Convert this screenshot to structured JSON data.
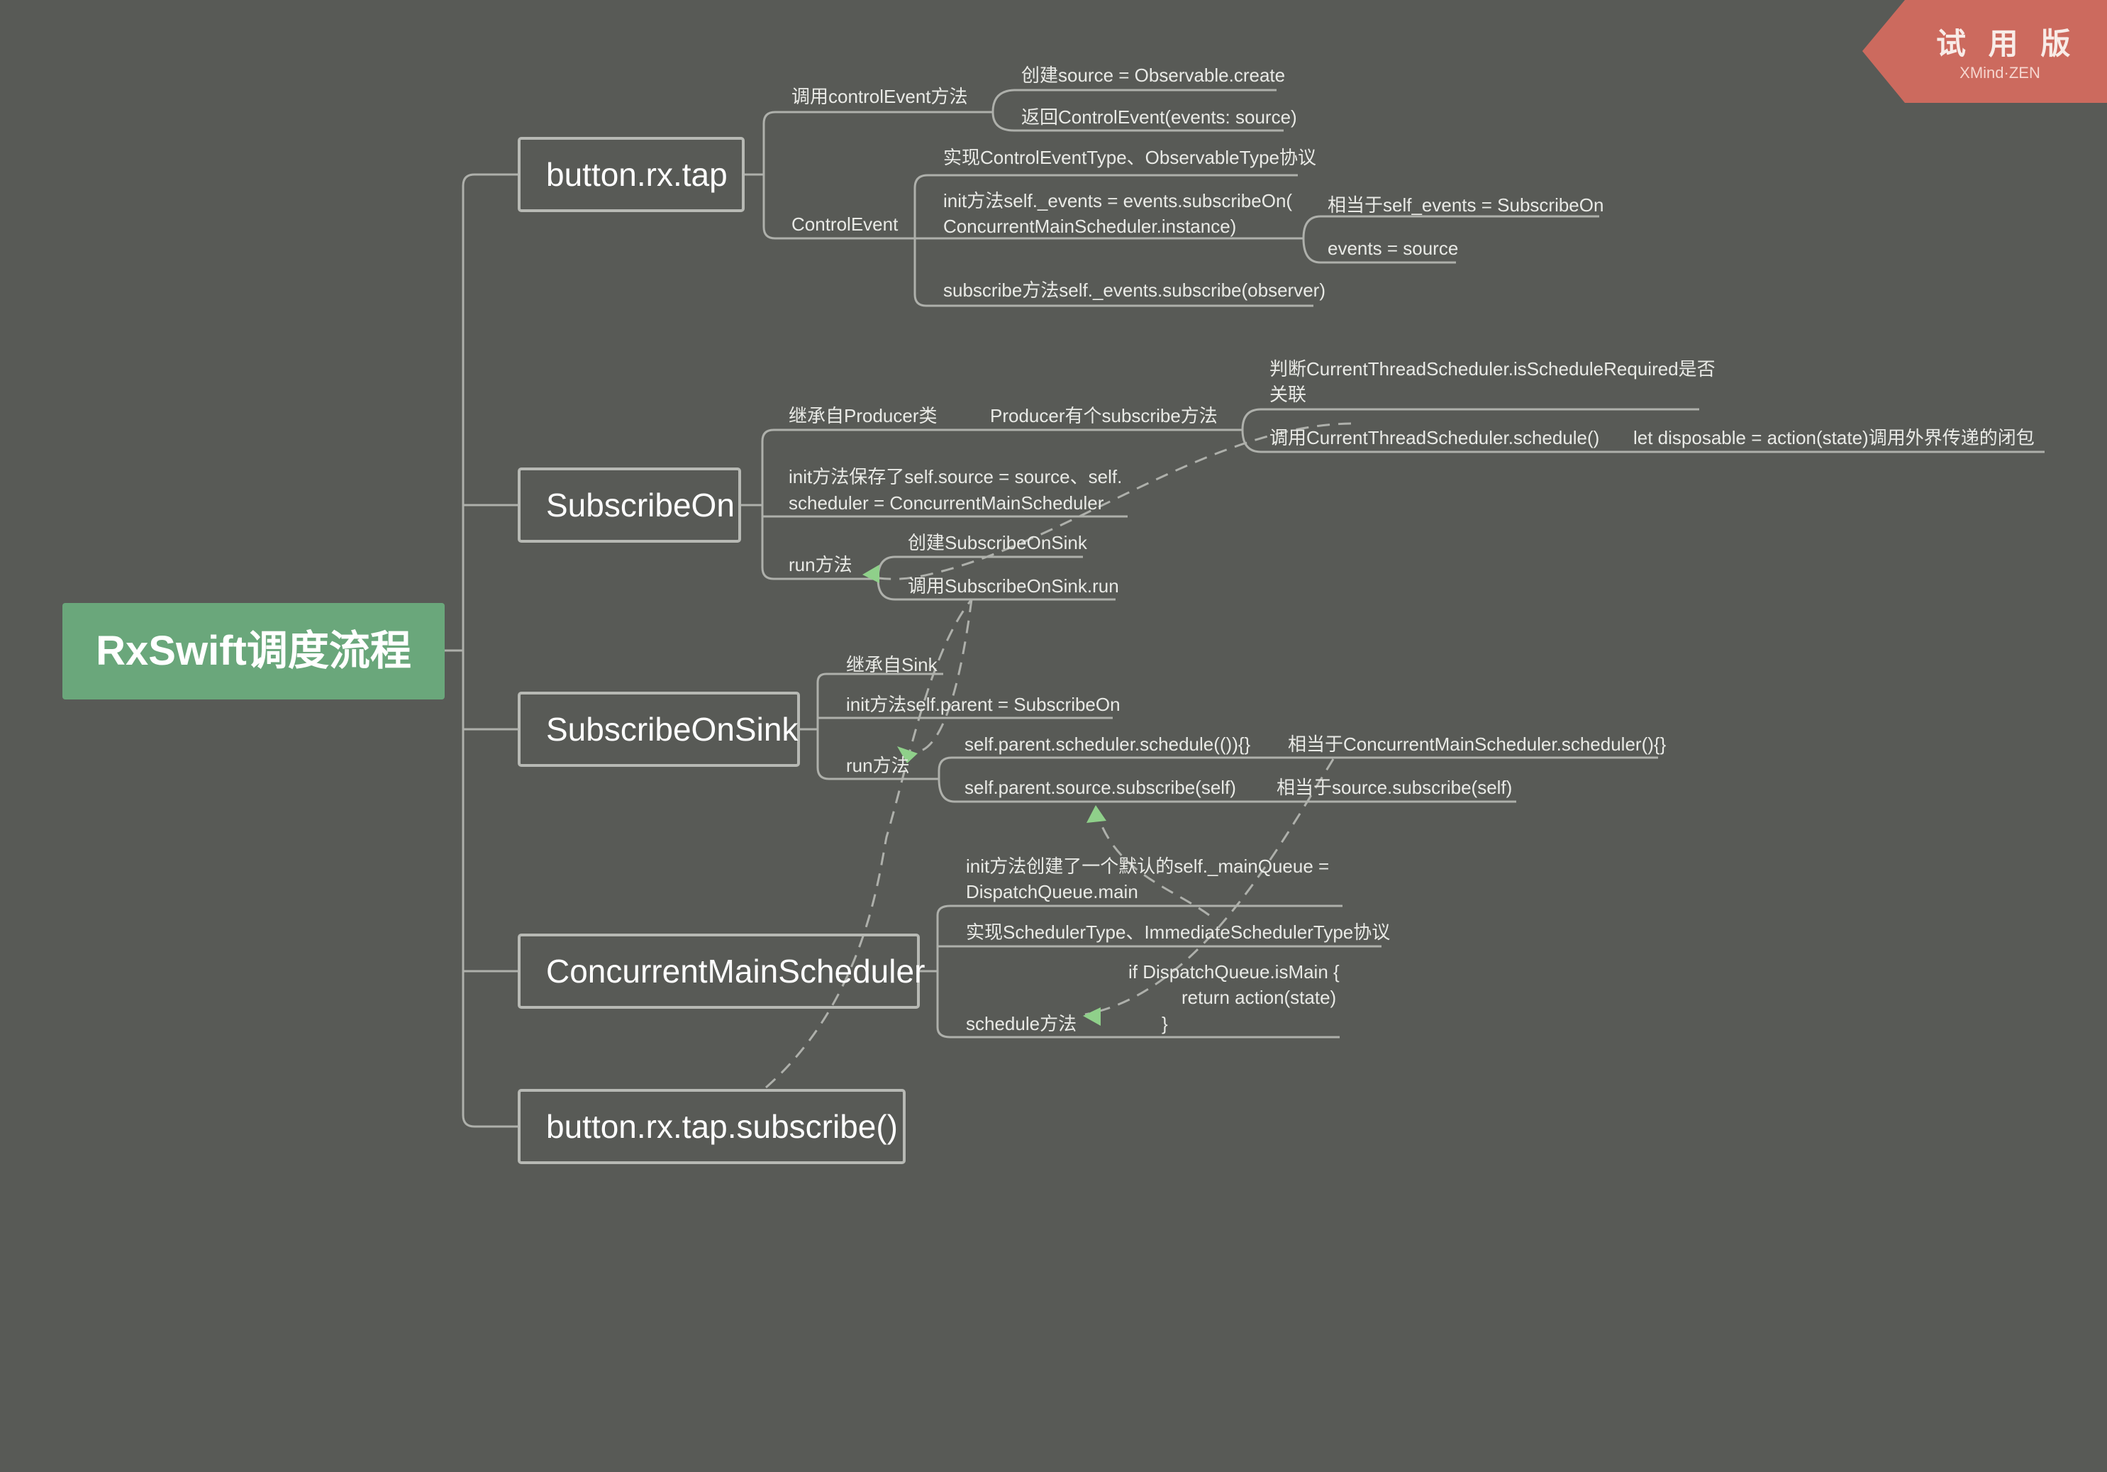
{
  "watermark": {
    "title": "试 用 版",
    "subtitle": "XMind·ZEN",
    "color": "#cc6a5e"
  },
  "colors": {
    "background": "#585a56",
    "root": "#6aa77b",
    "connector": "#aeb0ab",
    "flow_arrow": "#8fd08a"
  },
  "root": {
    "label": "RxSwift调度流程"
  },
  "nodes": {
    "button_rx_tap": {
      "label": "button.rx.tap",
      "call_control_event": "调用controlEvent方法",
      "create_source": "创建source = Observable.create",
      "return_control_event": "返回ControlEvent(events: source)",
      "control_event": "ControlEvent",
      "implements_protocols": "实现ControlEventType、ObservableType协议",
      "init_method_line1": "init方法self._events = events.subscribeOn(",
      "init_method_line2": "ConcurrentMainScheduler.instance)",
      "equivalent_self_events": "相当于self_events = SubscribeOn",
      "events_eq_source": "events = source",
      "subscribe_method": "subscribe方法self._events.subscribe(observer)"
    },
    "subscribe_on": {
      "label": "SubscribeOn",
      "inherits_producer": "继承自Producer类",
      "producer_subscribe": "Producer有个subscribe方法",
      "check_required_line1": "判断CurrentThreadScheduler.isScheduleRequired是否",
      "check_required_line2": "关联",
      "call_schedule": "调用CurrentThreadScheduler.schedule()",
      "let_disposable": "let disposable = action(state)调用外界传递的闭包",
      "init_saves_line1": "init方法保存了self.source = source、self.",
      "init_saves_line2": "scheduler =  ConcurrentMainScheduler",
      "run_method": "run方法",
      "create_sink": "创建SubscribeOnSink",
      "call_sink_run": "调用SubscribeOnSink.run"
    },
    "subscribe_on_sink": {
      "label": "SubscribeOnSink",
      "inherits_sink": "继承自Sink",
      "init_parent": "init方法self.parent = SubscribeOn",
      "run_method": "run方法",
      "scheduler_schedule": "self.parent.scheduler.schedule(()){}",
      "equivalent_scheduler": "相当于ConcurrentMainScheduler.scheduler(){}",
      "source_subscribe": "self.parent.source.subscribe(self)",
      "equivalent_source": "相当于source.subscribe(self)"
    },
    "concurrent_main_scheduler": {
      "label": "ConcurrentMainScheduler",
      "init_main_queue_line1": "init方法创建了一个默认的self._mainQueue =",
      "init_main_queue_line2": "DispatchQueue.main",
      "implements_protocols": "实现SchedulerType、ImmediateSchedulerType协议",
      "code_line1": "if DispatchQueue.isMain {",
      "code_line2": "return action(state)",
      "code_line3": "}",
      "schedule_method": "schedule方法"
    },
    "button_rx_tap_subscribe": {
      "label": "button.rx.tap.subscribe()"
    }
  }
}
